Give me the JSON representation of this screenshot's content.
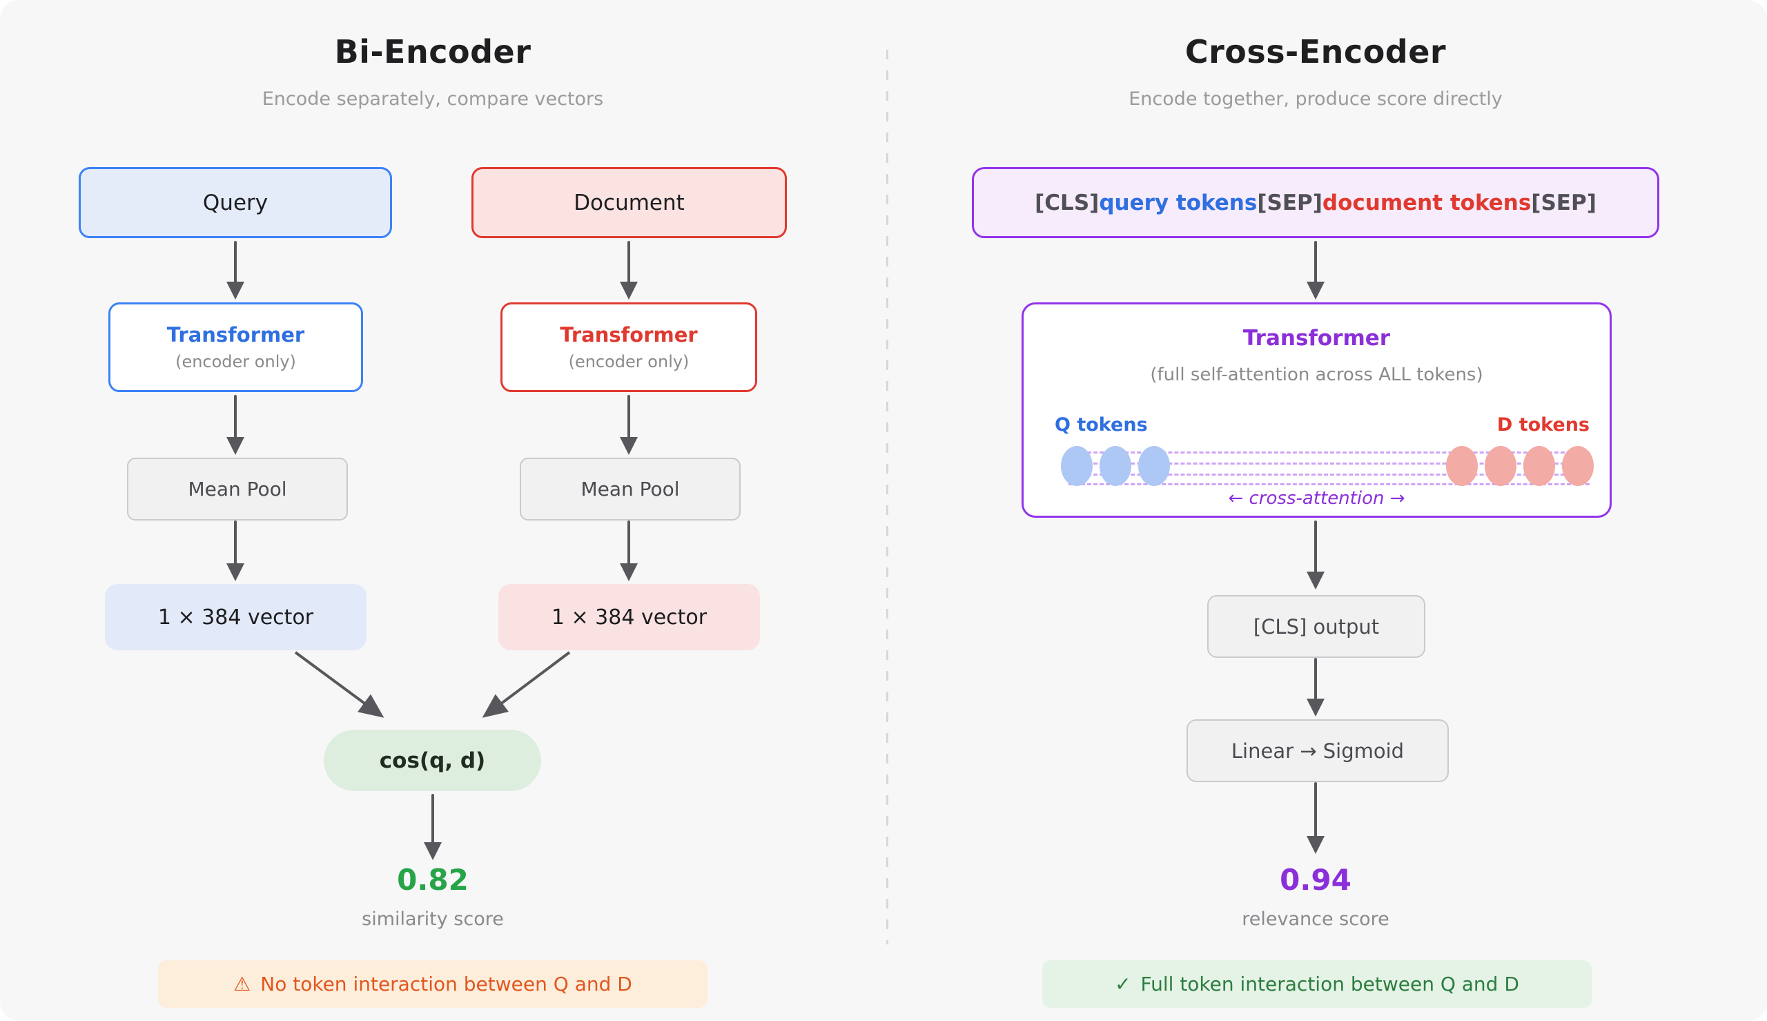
{
  "left": {
    "title": "Bi-Encoder",
    "subtitle": "Encode separately, compare vectors",
    "query_label": "Query",
    "document_label": "Document",
    "encoder_title": "Transformer",
    "encoder_subtitle": "(encoder only)",
    "mean_pool_label": "Mean Pool",
    "query_vector_label": "1 × 384 vector",
    "document_vector_label": "1 × 384 vector",
    "cosine_label": "cos(q, d)",
    "score_value": "0.82",
    "score_caption": "similarity score",
    "banner_icon": "⚠",
    "banner_text": "No token interaction between Q and D"
  },
  "right": {
    "title": "Cross-Encoder",
    "subtitle": "Encode together, produce score directly",
    "input": {
      "cls": "[CLS]",
      "query_tokens": "query tokens",
      "sep1": "[SEP]",
      "document_tokens": "document tokens",
      "sep2": "[SEP]"
    },
    "transformer_title": "Transformer",
    "transformer_subtitle": "(full self-attention across ALL tokens)",
    "q_tokens_label": "Q tokens",
    "d_tokens_label": "D tokens",
    "cross_attention_label": "← cross-attention →",
    "cls_output_label": "[CLS] output",
    "linear_sigmoid_label": "Linear → Sigmoid",
    "score_value": "0.94",
    "score_caption": "relevance score",
    "banner_icon": "✓",
    "banner_text": "Full token interaction between Q and D"
  },
  "colors": {
    "blue": "#3b82f6",
    "blue_text": "#2f6fe0",
    "blue_fill": "#e4ecfa",
    "red": "#e0392f",
    "red_fill": "#fbe3e2",
    "purple": "#9333ea",
    "purple_text": "#8b2fd9",
    "purple_fill": "#f6ecfb",
    "green_score": "#26a447",
    "warning_text": "#e2571f",
    "warning_bg": "#fdeedc",
    "success_text": "#2c7d40",
    "success_bg": "#e4f3e5"
  }
}
